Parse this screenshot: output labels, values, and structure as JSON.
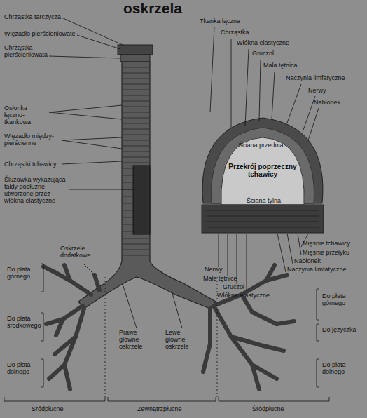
{
  "diagram": {
    "title": "oskrzela",
    "labels": [
      "Chrząstka tarczycza",
      "Więzadło pierścieniowate",
      "Chrząstka pierścieniowata",
      "Osłonka łączno-tkankowa",
      "Więzadło między-pierścienne",
      "Chrząstki tchawicy",
      "Śluzówka wykazująca fałdy podłużne utworzone przez włókna elastyczne",
      "Oskrzele dodatkowe",
      "Do płata górnego",
      "Do płata środkowego",
      "Do płata dolnego",
      "Prawe główne oskrzele",
      "Lewe główne oskrzele",
      "Do płata górnego",
      "Do języczka",
      "Do płata dolnego",
      "Śródpłucne",
      "Zewnątrzpłucne",
      "Śródpłucne",
      "Tkanka łączna",
      "Chrząstka",
      "Włókna elastyczne",
      "Gruczoł",
      "Mała tętnica",
      "Naczynia limfatyczne",
      "Nerwy",
      "Nabłonek",
      "Ściana przednia",
      "Przekrój poprzeczny tchawicy",
      "Ściana tylna",
      "Nerwy",
      "Małe tętnice",
      "Gruczoł",
      "Włókna elastyczne",
      "Mięśnie tchawicy",
      "Mięśnie przełyku",
      "Nabłonek",
      "Naczynia limfatyczne"
    ]
  }
}
